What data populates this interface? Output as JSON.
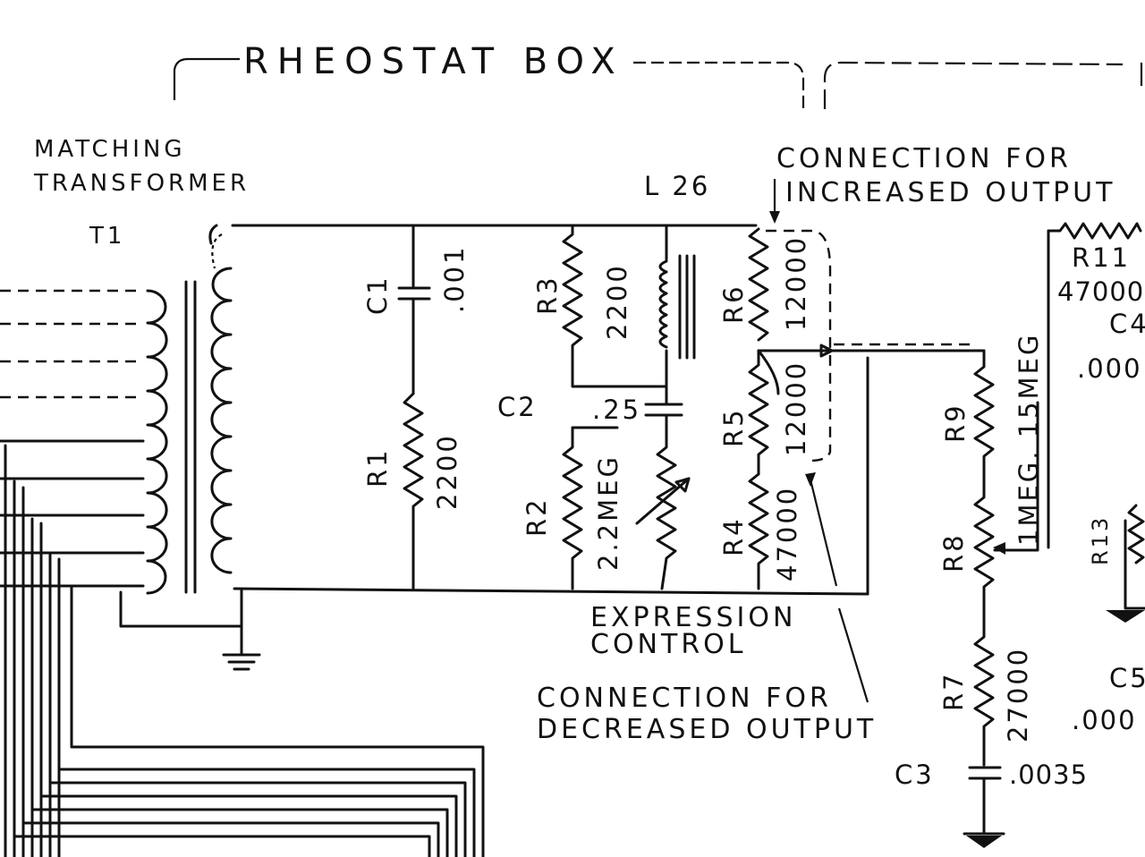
{
  "header": {
    "rheostat_box": "RHEOSTAT  BOX"
  },
  "labels": {
    "matching_line1": "MATCHING",
    "matching_line2": "TRANSFORMER",
    "t1": "T1",
    "l26": "L 26",
    "conn_inc_line1": "CONNECTION  FOR",
    "conn_inc_line2": "INCREASED  OUTPUT",
    "expression_line1": "EXPRESSION",
    "expression_line2": "CONTROL",
    "conn_dec_line1": "CONNECTION  FOR",
    "conn_dec_line2": "DECREASED  OUTPUT"
  },
  "components": {
    "c1": {
      "ref": "C1",
      "value": ".001"
    },
    "r1": {
      "ref": "R1",
      "value": "2200"
    },
    "r3": {
      "ref": "R3",
      "value": "2200"
    },
    "c2": {
      "ref": "C2",
      "value": ".25"
    },
    "r2": {
      "ref": "R2",
      "value": "2.2MEG"
    },
    "r6": {
      "ref": "R6",
      "value": "12000"
    },
    "r5": {
      "ref": "R5",
      "value": "12000"
    },
    "r4": {
      "ref": "R4",
      "value": "47000"
    },
    "r9": {
      "ref": "R9",
      "value": ""
    },
    "r8": {
      "ref": "R8",
      "value": "1MEG. 15MEG"
    },
    "r7": {
      "ref": "R7",
      "value": "27000"
    },
    "c3": {
      "ref": "C3",
      "value": ".0035"
    },
    "r11": {
      "ref": "R11",
      "value": "47000"
    },
    "c4": {
      "ref": "C4",
      "value": ".000"
    },
    "r13": {
      "ref": "R13",
      "value": ""
    },
    "c5": {
      "ref": "C5",
      "value": ".000"
    }
  }
}
